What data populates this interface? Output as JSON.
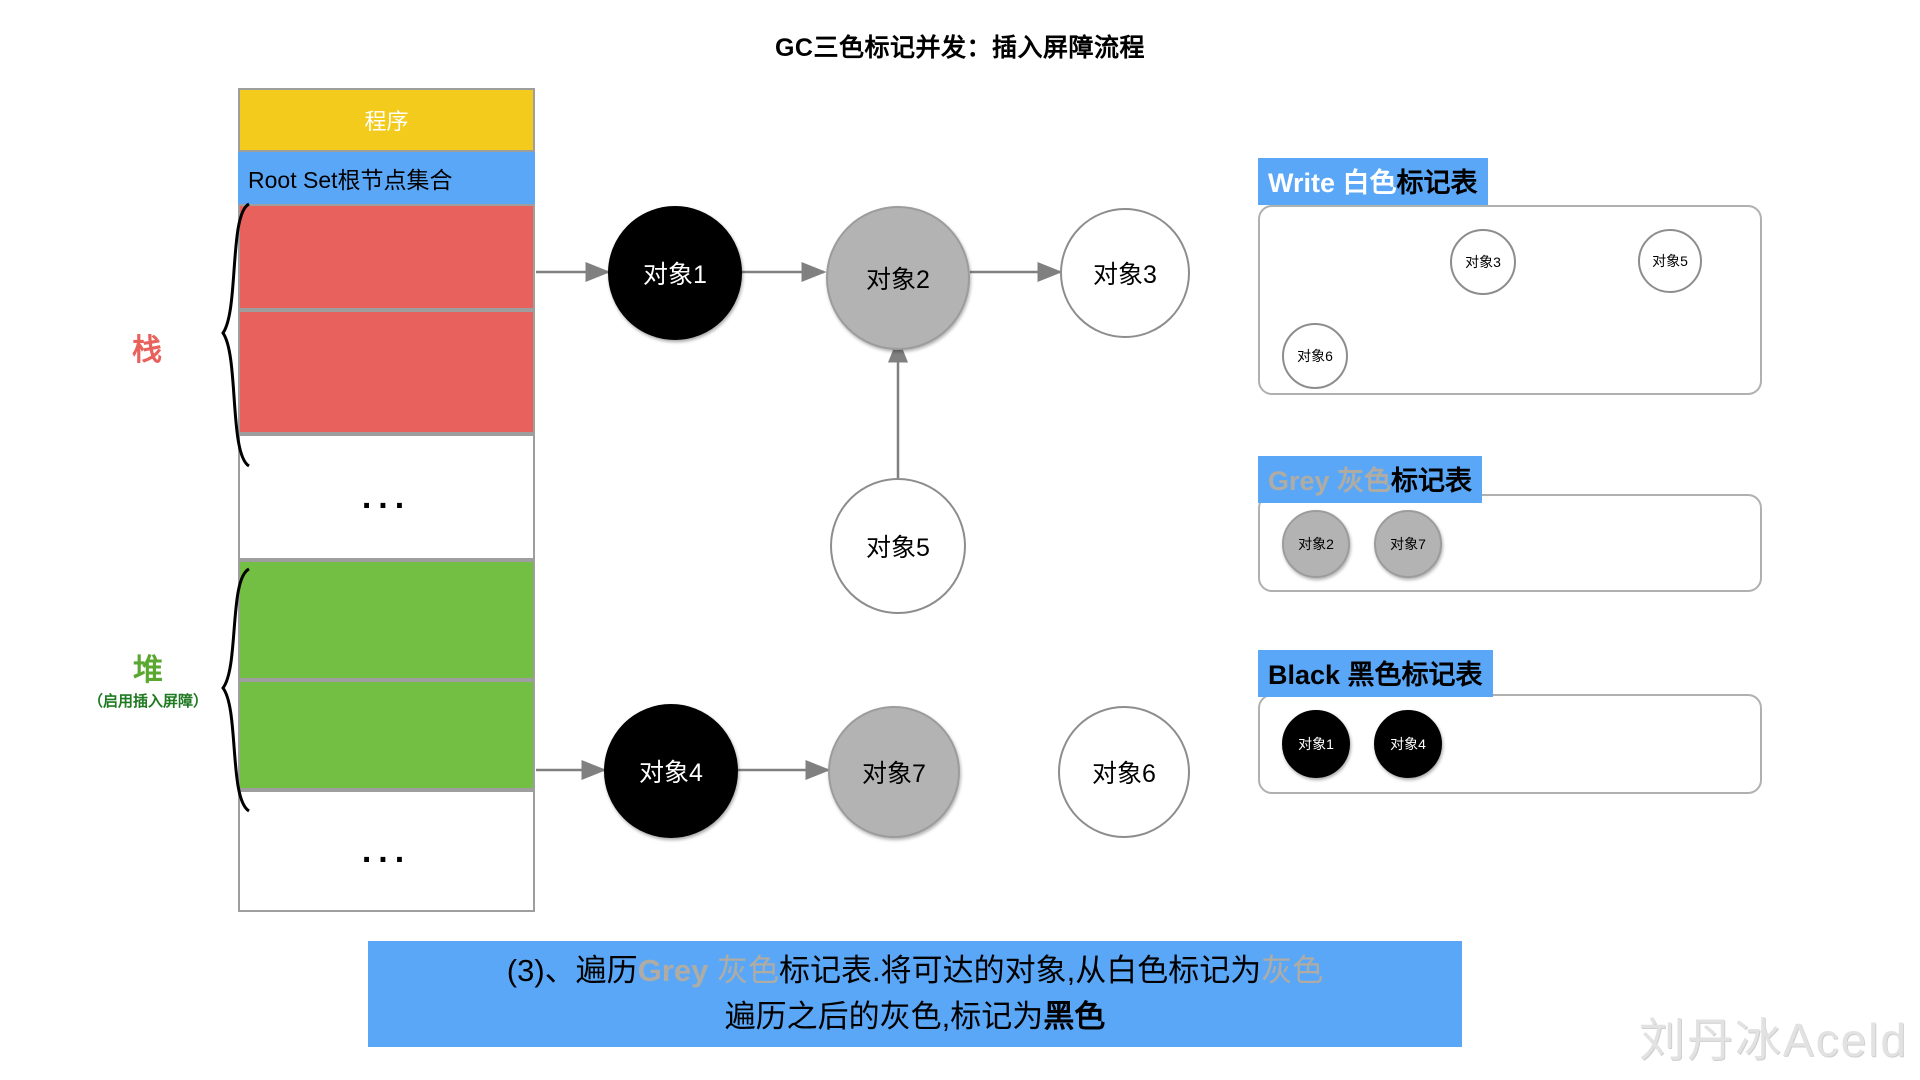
{
  "title": "GC三色标记并发：插入屏障流程",
  "memory": {
    "program_label": "程序",
    "root_set_label": "Root Set根节点集合",
    "dots": "...",
    "stack_label": "栈",
    "heap_label": "堆",
    "heap_sublabel": "（启用插入屏障）"
  },
  "graph": {
    "nodes": [
      {
        "id": "obj1",
        "label": "对象1",
        "color": "black"
      },
      {
        "id": "obj2",
        "label": "对象2",
        "color": "grey"
      },
      {
        "id": "obj3",
        "label": "对象3",
        "color": "white"
      },
      {
        "id": "obj5",
        "label": "对象5",
        "color": "white"
      },
      {
        "id": "obj4",
        "label": "对象4",
        "color": "black"
      },
      {
        "id": "obj7",
        "label": "对象7",
        "color": "grey"
      },
      {
        "id": "obj6",
        "label": "对象6",
        "color": "white"
      }
    ],
    "edges": [
      {
        "from": "root-stack",
        "to": "obj1"
      },
      {
        "from": "obj1",
        "to": "obj2"
      },
      {
        "from": "obj2",
        "to": "obj3"
      },
      {
        "from": "obj5",
        "to": "obj2"
      },
      {
        "from": "root-heap",
        "to": "obj4"
      },
      {
        "from": "obj4",
        "to": "obj7"
      }
    ]
  },
  "tables": {
    "white": {
      "header_en": "Write 白色",
      "header_cn": "标记表",
      "items": [
        {
          "label": "对象3",
          "color": "white"
        },
        {
          "label": "对象5",
          "color": "white"
        },
        {
          "label": "对象6",
          "color": "white"
        }
      ]
    },
    "grey": {
      "header_en": "Grey 灰色",
      "header_cn": "标记表",
      "items": [
        {
          "label": "对象2",
          "color": "grey"
        },
        {
          "label": "对象7",
          "color": "grey"
        }
      ]
    },
    "black": {
      "header_en": "Black 黑色",
      "header_cn": "标记表",
      "items": [
        {
          "label": "对象1",
          "color": "black"
        },
        {
          "label": "对象4",
          "color": "black"
        }
      ]
    }
  },
  "caption": {
    "line1_a": "(3)、遍历",
    "line1_grey_en": "Grey ",
    "line1_grey_cn": "灰色",
    "line1_b": "标记表.将可达的对象,从白色标记为",
    "line1_c": "灰色",
    "line2_a": "遍历之后的灰色,标记为",
    "line2_bold": "黑色"
  },
  "watermark": "刘丹冰Aceld",
  "colors": {
    "accent_blue": "#5ba7f7",
    "program_yellow": "#f2cb1d",
    "stack_red": "#e8615c",
    "heap_green": "#72bf44",
    "grey_object": "#b3b3b3",
    "black_object": "#000000"
  }
}
